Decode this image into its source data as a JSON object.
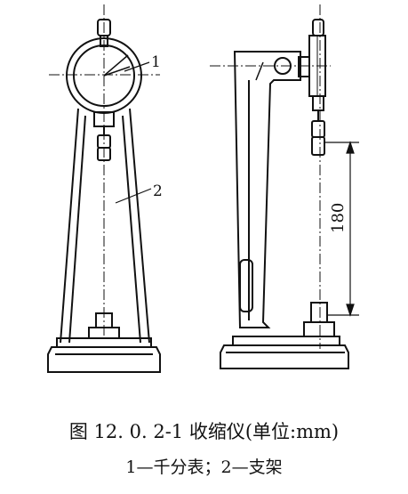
{
  "figure": {
    "caption": "图 12. 0. 2-1   收缩仪(单位:mm)",
    "legend": "1—千分表；2—支架"
  },
  "labels": {
    "callout_1": "1",
    "callout_2": "2",
    "dimension": "180"
  },
  "colors": {
    "ink": "#111111",
    "background": "#ffffff"
  }
}
